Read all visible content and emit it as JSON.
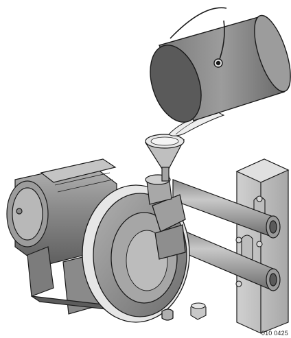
{
  "figure": {
    "code": "010 0425",
    "components": [
      "bucket",
      "water-stream",
      "funnel",
      "priming-port",
      "motor",
      "pump-housing",
      "suction-pipe",
      "discharge-pipe",
      "pipe-clamps",
      "support-post",
      "drain-plug"
    ]
  },
  "colors": {
    "outline": "#1a1a1a",
    "metal_dark": "#6e6e6e",
    "metal_mid": "#9a9a9a",
    "metal_light": "#c9c9c9",
    "water": "#e8e8e8",
    "background": "#ffffff"
  }
}
